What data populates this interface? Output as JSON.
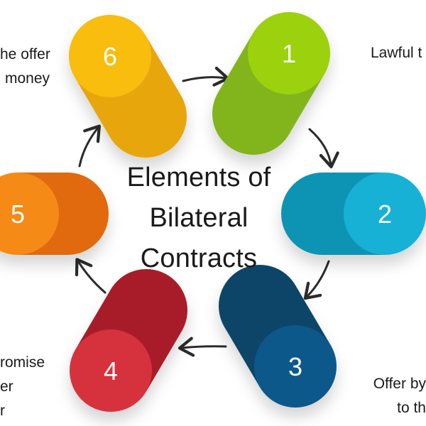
{
  "diagram": {
    "title_lines": [
      "Elements of",
      "Bilateral",
      "Contracts"
    ],
    "steps": [
      {
        "number": "1",
        "color_front": "#9cd10f",
        "color_back": "#82b51a"
      },
      {
        "number": "2",
        "color_front": "#19b1d4",
        "color_back": "#0d94b4"
      },
      {
        "number": "3",
        "color_front": "#11598a",
        "color_back": "#0d4469"
      },
      {
        "number": "4",
        "color_front": "#d6313c",
        "color_back": "#a81e2c"
      },
      {
        "number": "5",
        "color_front": "#f58a16",
        "color_back": "#e06a0a"
      },
      {
        "number": "6",
        "color_front": "#f8bd07",
        "color_back": "#e8a60c"
      }
    ],
    "captions": {
      "step1": [
        "Lawful t"
      ],
      "step3": [
        "Offer by",
        "to th"
      ],
      "step4": [
        "romise",
        "er",
        "r"
      ],
      "step6": [
        "he offer",
        "money"
      ]
    },
    "arrow_color": "#2b2b2b"
  }
}
